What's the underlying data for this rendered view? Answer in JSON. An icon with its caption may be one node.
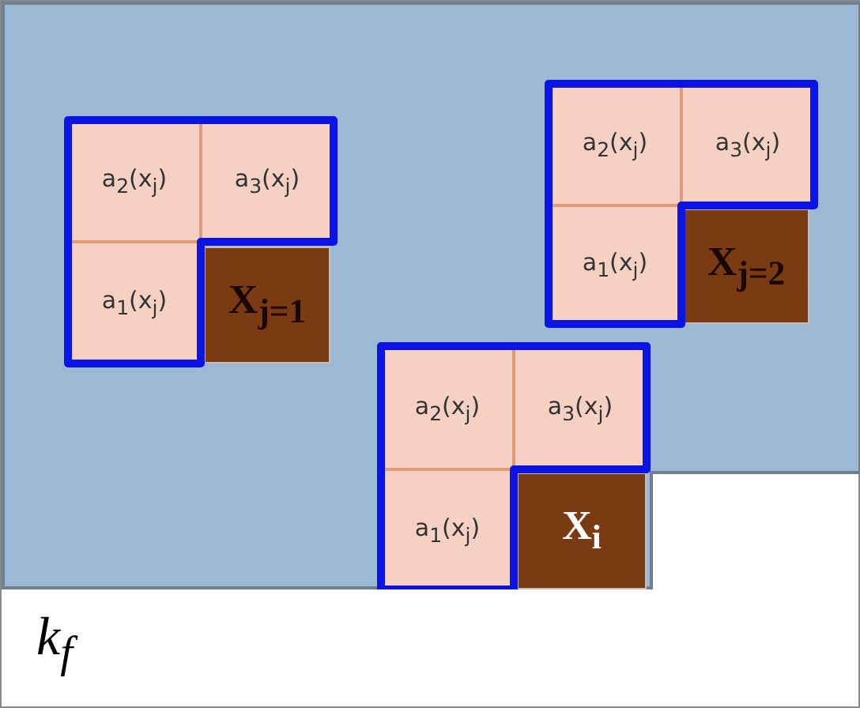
{
  "diagram": {
    "nodes": [
      {
        "text": [
          "k$_{f}$"
        ]
      },
      {
        "text": [],
        "shape": "box",
        "in": 0
      },
      {
        "text": [
          "a$_{2}$(x$_{j}$)"
        ],
        "in": 1
      },
      {
        "text": [
          "a$_{3}$(x$_{j}$)"
        ],
        "in": 1
      },
      {
        "text": [
          "a$_{1}$(x$_{j}$)"
        ],
        "in": 1
      },
      {
        "text": [
          "X$_{j=1}$"
        ],
        "in": 1
      },
      {
        "text": [
          "a$_{2}$(x$_{j}$)"
        ],
        "in": 1
      },
      {
        "text": [
          "a$_{3}$(x$_{j}$)"
        ],
        "in": 1
      },
      {
        "text": [
          "a$_{1}$(x$_{j}$)"
        ],
        "in": 1
      },
      {
        "text": [
          "X$_{j=2}$"
        ],
        "in": 1
      },
      {
        "text": [
          "a$_{2}$(x$_{j}$)"
        ],
        "in": 1
      },
      {
        "text": [
          "a$_{3}$(x$_{j}$)"
        ],
        "in": 1
      },
      {
        "text": [
          "a$_{1}$(x$_{j}$)"
        ],
        "in": 1
      },
      {
        "text": [
          "X$_{i}$"
        ],
        "in": 1
      }
    ],
    "edges": []
  }
}
